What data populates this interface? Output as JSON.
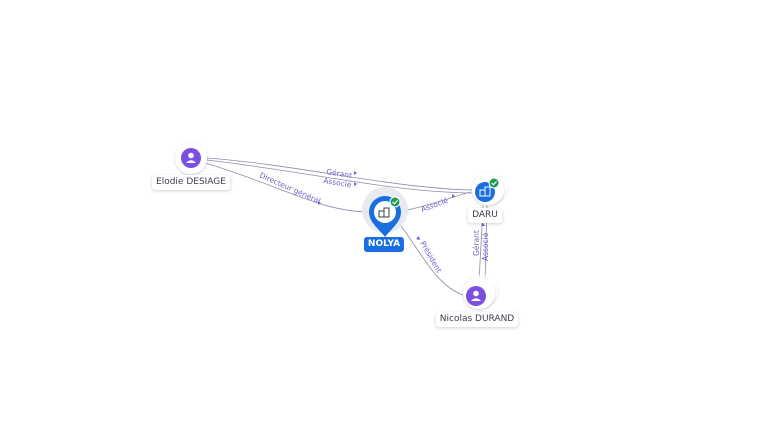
{
  "nodes": {
    "elodie": {
      "label": "Elodie DESIAGE",
      "type": "person"
    },
    "nolya": {
      "label": "NOLYA",
      "type": "company",
      "verified": true,
      "focus": true
    },
    "daru": {
      "label": "DARU",
      "type": "company",
      "verified": true
    },
    "nicolas": {
      "label": "Nicolas DURAND",
      "type": "person"
    }
  },
  "edges": {
    "elodie_daru": {
      "labels": [
        "Gérant",
        "Associé"
      ]
    },
    "elodie_nolya": {
      "labels": [
        "Directeur général"
      ]
    },
    "nolya_daru": {
      "labels": [
        "Associé"
      ]
    },
    "nicolas_nolya": {
      "labels": [
        "Président"
      ]
    },
    "nicolas_daru": {
      "labels": [
        "Gérant",
        "Associé"
      ]
    }
  },
  "colors": {
    "person": "#7b4fe0",
    "company": "#1a6fe0",
    "verified": "#1f9d55",
    "edge": "#8a8fa8",
    "edge_label": "#6e63c9"
  },
  "icons": {
    "person": "person-icon",
    "company": "building-icon",
    "verified": "check-badge-icon"
  }
}
